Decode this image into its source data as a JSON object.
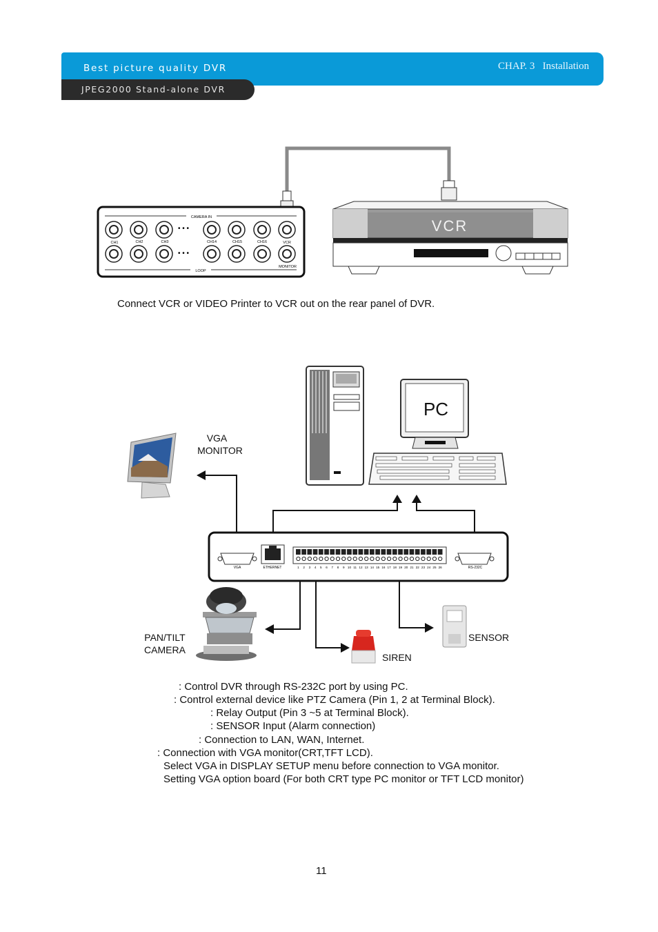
{
  "header": {
    "product_title": "Best picture quality DVR",
    "product_subtitle": "JPEG2000 Stand-alone DVR",
    "chapter": "CHAP. 3",
    "section": "Installation"
  },
  "vcr_diagram": {
    "rear_panel_top_label": "CAMERA IN",
    "rear_panel_bottom_label": "LOOP",
    "ch1": "CH1",
    "ch2": "CH2",
    "ch3": "CH3",
    "ch14": "CH14",
    "ch15": "CH15",
    "ch16": "CH16",
    "vcr_port": "VCR",
    "monitor_port": "MONITOR",
    "device_label": "VCR",
    "caption": "Connect VCR or VIDEO Printer to VCR out on the rear panel of DVR."
  },
  "connection_diagram": {
    "vga_monitor_line1": "VGA",
    "vga_monitor_line2": "MONITOR",
    "pc_label": "PC",
    "vga_port": "VGA",
    "ethernet_port": "ETHERNET",
    "rs232_port": "RS-232C",
    "terminal_numbers": [
      "1",
      "2",
      "3",
      "4",
      "5",
      "6",
      "7",
      "8",
      "9",
      "10",
      "11",
      "12",
      "13",
      "14",
      "15",
      "16",
      "17",
      "18",
      "19",
      "20",
      "21",
      "22",
      "23",
      "24",
      "25",
      "26"
    ],
    "pan_tilt_line1": "PAN/TILT",
    "pan_tilt_line2": "CAMERA",
    "siren_label": "SIREN",
    "sensor_label": "SENSOR"
  },
  "descriptions": [
    ": Control DVR through RS-232C port by using PC.",
    ": Control external device like PTZ Camera (Pin 1, 2 at Terminal Block).",
    ": Relay Output (Pin 3 ~5 at Terminal Block).",
    ": SENSOR Input (Alarm connection)",
    ": Connection to LAN, WAN, Internet.",
    ": Connection with VGA monitor(CRT,TFT LCD).",
    "Select VGA in DISPLAY SETUP menu before connection to VGA monitor.",
    "Setting VGA option board (For both CRT type PC monitor or TFT LCD monitor)"
  ],
  "page_number": "11"
}
